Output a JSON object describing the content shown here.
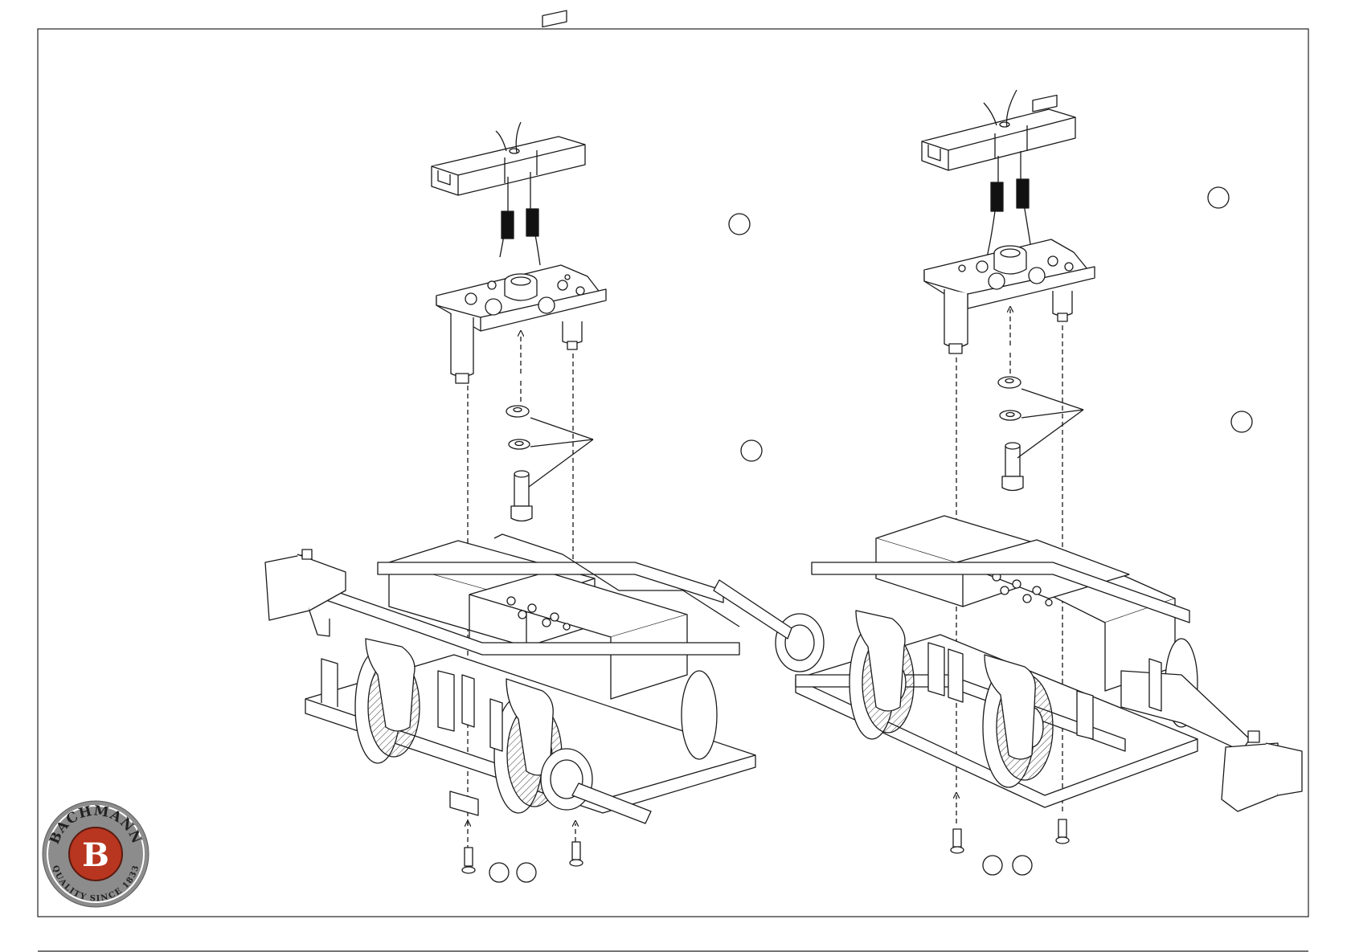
{
  "logo": {
    "brand": "BACHMANN",
    "tagline": "QUALITY SINCE 1833",
    "initial": "B",
    "colors": {
      "ring": "#8c8c8c",
      "ring_dark": "#5a5a5a",
      "center": "#b8351f",
      "text": "#ffffff"
    }
  },
  "colors": {
    "line": "#1a1a1a",
    "fill": "#ffffff",
    "shade": "#e6e6e6",
    "border": "#222222"
  }
}
